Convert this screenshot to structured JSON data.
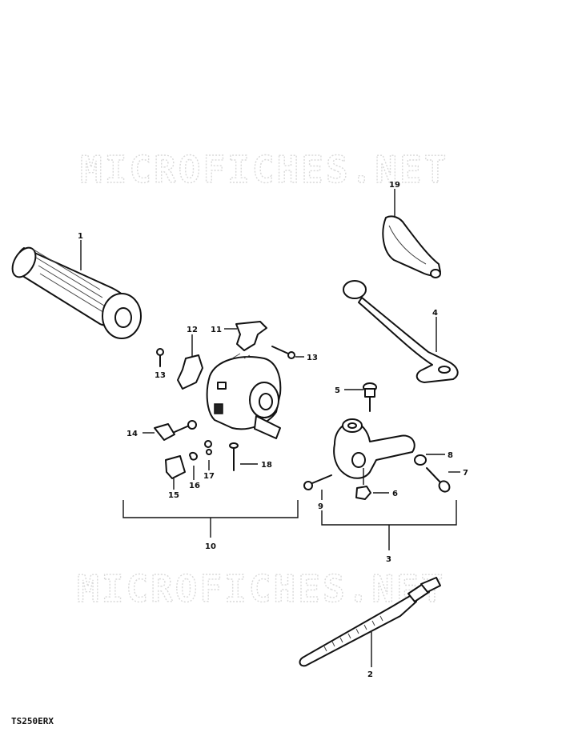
{
  "watermarks": [
    "MICROFICHES.NET",
    "MICROFICHES.NET"
  ],
  "model_code": "TS250ERX",
  "callouts": {
    "grip": "1",
    "strap": "2",
    "lever_assy": "3",
    "lever": "4",
    "bolt_5": "5",
    "nut": "6",
    "bolt_7": "7",
    "washer": "8",
    "bolt_9": "9",
    "switch_assy": "10",
    "clamp_11": "11",
    "clamp_12": "12",
    "screw_13a": "13",
    "screw_13b": "13",
    "cable_14": "14",
    "block_15": "15",
    "spring_16": "16",
    "ball_17": "17",
    "screw_18": "18",
    "cover_19": "19"
  }
}
